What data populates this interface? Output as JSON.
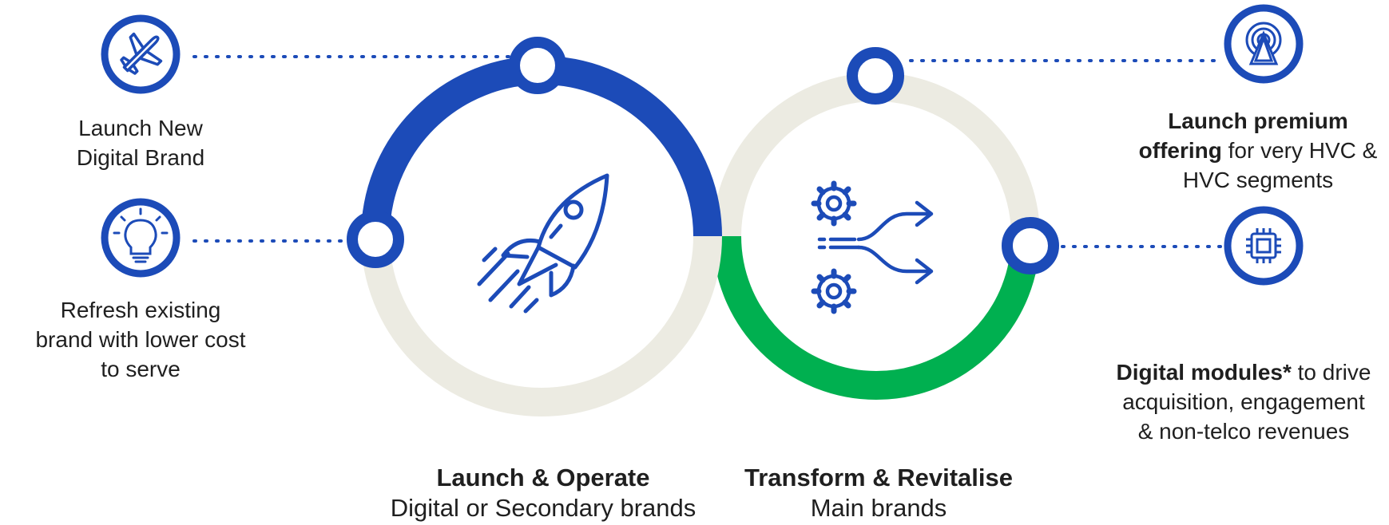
{
  "colors": {
    "blue": "#1c4bb8",
    "green": "#00b050",
    "beige": "#ecebe2",
    "white": "#ffffff"
  },
  "left_items": [
    {
      "icon": "airplane-icon",
      "lines": [
        "Launch New",
        "Digital Brand"
      ]
    },
    {
      "icon": "lightbulb-icon",
      "lines": [
        "Refresh existing",
        "brand with lower cost",
        "to serve"
      ]
    }
  ],
  "right_items": [
    {
      "icon": "broadcast-tower-icon",
      "bold": "Launch premium offering",
      "rest": " for very HVC & HVC segments",
      "line1": "Launch premium",
      "line2_bold": "offering",
      "line2_rest": " for very HVC &",
      "line3": "HVC segments"
    },
    {
      "icon": "chip-icon",
      "line1_bold": "Digital modules*",
      "line1_rest": " to drive",
      "line2": "acquisition, engagement",
      "line3": "& non-telco revenues"
    }
  ],
  "circles": [
    {
      "icon": "rocket-icon",
      "title": "Launch & Operate",
      "subtitle": "Digital or Secondary brands"
    },
    {
      "icon": "gears-arrows-icon",
      "title": "Transform & Revitalise",
      "subtitle": "Main brands"
    }
  ]
}
